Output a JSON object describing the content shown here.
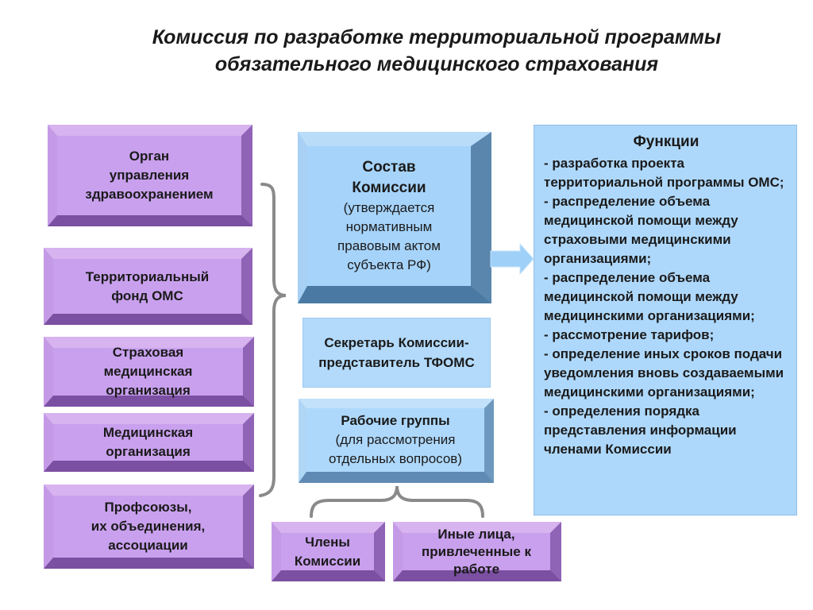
{
  "title": {
    "line1": "Комиссия по разработке территориальной программы",
    "line2": "обязательного медицинского страхования"
  },
  "left_boxes": [
    {
      "lines": [
        "Орган",
        "управления",
        "здравоохранением"
      ]
    },
    {
      "lines": [
        "Территориальный",
        "фонд ОМС"
      ]
    },
    {
      "lines": [
        "Страховая",
        "медицинская",
        "организация"
      ]
    },
    {
      "lines": [
        "Медицинская",
        "организация"
      ]
    },
    {
      "lines": [
        "Профсоюзы,",
        "их объединения,",
        "ассоциации"
      ]
    }
  ],
  "composition": {
    "title_line1": "Состав",
    "title_line2": "Комиссии",
    "note": [
      "(утверждается",
      "нормативным",
      "правовым актом",
      "субъекта РФ)"
    ]
  },
  "secretary": {
    "line1": "Секретарь Комиссии-",
    "line2": "представитель ТФОМС"
  },
  "working_groups": {
    "title": "Рабочие группы",
    "note": [
      "(для рассмотрения",
      "отдельных вопросов)"
    ]
  },
  "bottom_boxes": [
    {
      "lines": [
        "Члены",
        "Комиссии"
      ]
    },
    {
      "lines": [
        "Иные лица,",
        "привлеченные к",
        "работе"
      ]
    }
  ],
  "functions": {
    "heading": "Функции",
    "items": [
      "- разработка проекта территориальной программы ОМС;",
      "- распределение объема медицинской помощи между страховыми медицинскими организациями;",
      "- распределение объема медицинской помощи между медицинскими организациями;",
      "- рассмотрение тарифов;",
      "- определение иных сроков подачи уведомления вновь создаваемыми медицинскими организациями;",
      "- определения порядка представления информации членами Комиссии"
    ]
  }
}
